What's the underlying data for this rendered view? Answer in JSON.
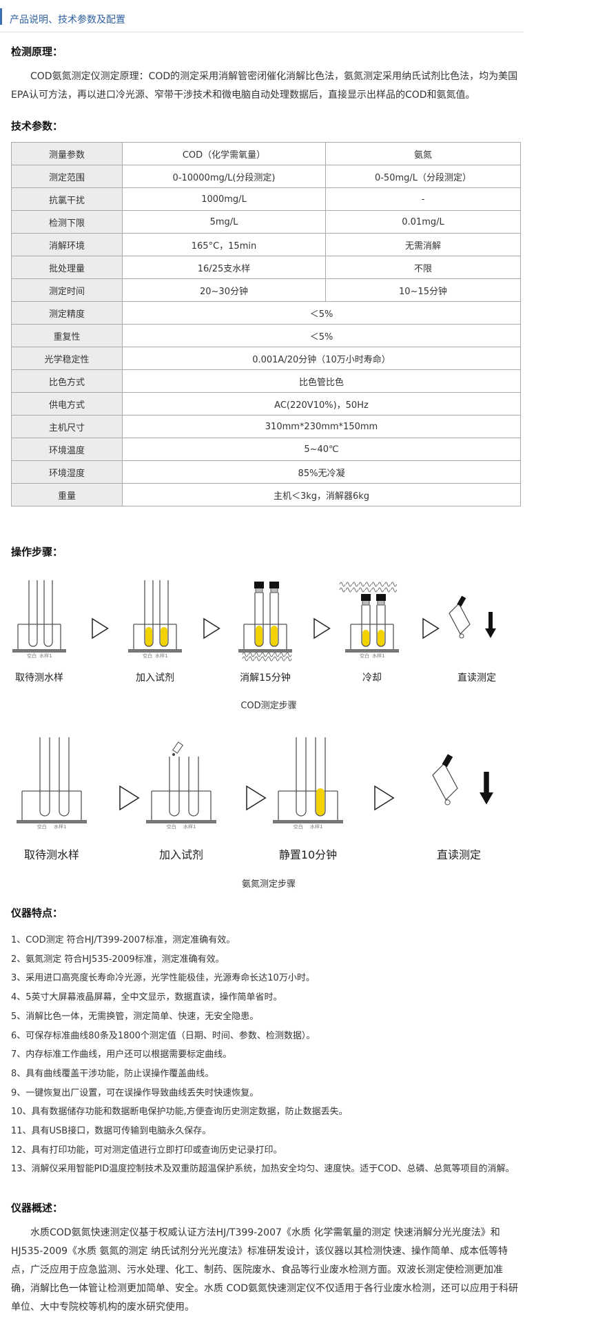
{
  "header": {
    "title": "产品说明、技术参数及配置"
  },
  "principle": {
    "title": "检测原理：",
    "text": "COD氨氮测定仪测定原理：COD的测定采用消解管密闭催化消解比色法，氨氮测定采用纳氏试剂比色法，均为美国EPA认可方法，再以进口冷光源、窄带干涉技术和微电脑自动处理数据后，直接显示出样品的COD和氨氮值。"
  },
  "spec": {
    "title": "技术参数：",
    "rows": [
      {
        "label": "测量参数",
        "cod": "COD（化学需氧量）",
        "nh": "氨氮"
      },
      {
        "label": "测定范围",
        "cod": "0-10000mg/L(分段测定)",
        "nh": "0-50mg/L（分段测定）"
      },
      {
        "label": "抗氯干扰",
        "cod": "1000mg/L",
        "nh": "-"
      },
      {
        "label": "检测下限",
        "cod": "5mg/L",
        "nh": "0.01mg/L"
      },
      {
        "label": "消解环境",
        "cod": "165°C，15min",
        "nh": "无需消解"
      },
      {
        "label": "批处理量",
        "cod": "16/25支水样",
        "nh": "不限"
      },
      {
        "label": "测定时间",
        "cod": "20~30分钟",
        "nh": "10~15分钟"
      },
      {
        "label": "测定精度",
        "value": "＜5%"
      },
      {
        "label": "重复性",
        "value": "＜5%"
      },
      {
        "label": "光学稳定性",
        "value": "0.001A/20分钟（10万小时寿命）"
      },
      {
        "label": "比色方式",
        "value": "比色管比色"
      },
      {
        "label": "供电方式",
        "value": "AC(220V10%)，50Hz"
      },
      {
        "label": "主机尺寸",
        "value": "310mm*230mm*150mm"
      },
      {
        "label": "环境温度",
        "value": "5~40℃"
      },
      {
        "label": "环境湿度",
        "value": "85%无冷凝"
      },
      {
        "label": "重量",
        "value": "主机＜3kg，消解器6kg"
      }
    ]
  },
  "steps": {
    "title": "操作步骤：",
    "tube_blank": "空白",
    "tube_sample": "水样1",
    "cod": {
      "caption": "COD测定步骤",
      "labels": [
        "取待测水样",
        "加入试剂",
        "消解15分钟",
        "冷却",
        "直读测定"
      ]
    },
    "nh": {
      "caption": "氨氮测定步骤",
      "labels": [
        "取待测水样",
        "加入试剂",
        "静置10分钟",
        "直读测定"
      ]
    },
    "colors": {
      "reagent": "#f2d200",
      "line": "#555555"
    }
  },
  "features": {
    "title": "仪器特点：",
    "items": [
      "1、COD测定 符合HJ/T399-2007标准，测定准确有效。",
      "2、氨氮测定 符合HJ535-2009标准，测定准确有效。",
      "3、采用进口高亮度长寿命冷光源，光学性能极佳，光源寿命长达10万小时。",
      "4、5英寸大屏幕液晶屏幕，全中文显示，数据直读，操作简单省时。",
      "5、消解比色一体，无需换管，测定简单、快速，无安全隐患。",
      "6、可保存标准曲线80条及1800个测定值（日期、时间、参数、检测数据）。",
      "7、内存标准工作曲线，用户还可以根据需要标定曲线。",
      "8、具有曲线覆盖干涉功能，防止误操作覆盖曲线。",
      "9、一键恢复出厂设置，可在误操作导致曲线丢失时快速恢复。",
      "10、具有数据储存功能和数据断电保护功能,方便查询历史测定数据，防止数据丢失。",
      "11、具有USB接口，数据可传输到电脑永久保存。",
      "12、具有打印功能，可对测定值进行立即打印或查询历史记录打印。",
      "13、消解仪采用智能PID温度控制技术及双重防超温保护系统，加热安全均匀、速度快。适于COD、总磷、总氮等项目的消解。"
    ]
  },
  "overview": {
    "title": "仪器概述：",
    "text": "水质COD氨氮快速测定仪基于权威认证方法HJ/T399-2007《水质 化学需氧量的测定 快速消解分光光度法》和HJ535-2009《水质 氨氮的测定 纳氏试剂分光光度法》标准研发设计，该仪器以其检测快速、操作简单、成本低等特点，广泛应用于应急监测、污水处理、化工、制药、医院废水、食品等行业废水检测方面。双波长测定使检测更加准确，消解比色一体管让检测更加简单、安全。水质 COD氨氮快速测定仪不仅适用于各行业废水检测，还可以应用于科研单位、大中专院校等机构的废水研究使用。"
  }
}
